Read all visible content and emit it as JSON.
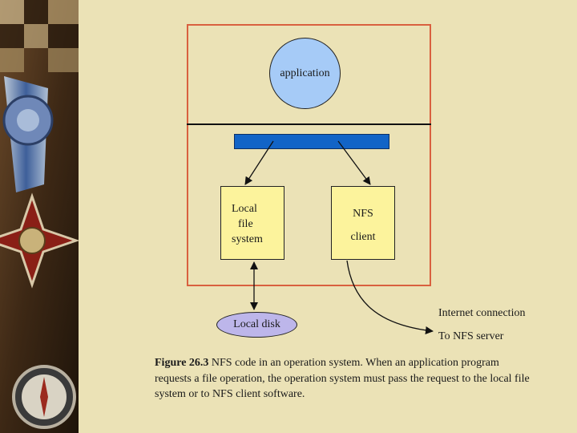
{
  "diagram": {
    "application": "application",
    "local_fs_lines": [
      "Local",
      "file",
      "system"
    ],
    "nfs_lines": [
      "NFS",
      "client"
    ],
    "local_disk": "Local disk",
    "internet_connection": "Internet connection",
    "to_server": "To NFS server"
  },
  "caption": {
    "label": "Figure 26.3",
    "text": " NFS code in an operation system. When an application program requests a file operation, the operation system must pass the request to the local file system or to NFS client software."
  },
  "colors": {
    "background": "#ebe2b6",
    "frame": "#d9603f",
    "application_fill": "#a6cbf7",
    "bar_fill": "#1264c7",
    "box_fill": "#fcf39c",
    "disk_fill": "#bdb6ea"
  }
}
